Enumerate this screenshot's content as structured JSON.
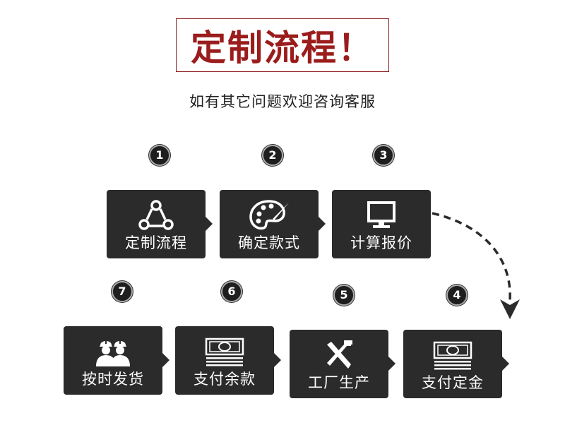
{
  "header": {
    "title": "定制流程！",
    "subtitle": "如有其它问题欢迎咨询客服"
  },
  "steps": [
    {
      "num": "1",
      "label": "定制流程",
      "icon": "process-cycle-icon"
    },
    {
      "num": "2",
      "label": "确定款式",
      "icon": "palette-icon"
    },
    {
      "num": "3",
      "label": "计算报价",
      "icon": "monitor-icon"
    },
    {
      "num": "4",
      "label": "支付定金",
      "icon": "cash-icon"
    },
    {
      "num": "5",
      "label": "工厂生产",
      "icon": "tools-icon"
    },
    {
      "num": "6",
      "label": "支付余款",
      "icon": "cash-icon"
    },
    {
      "num": "7",
      "label": "按时发货",
      "icon": "workers-icon"
    }
  ],
  "colors": {
    "title": "#9b1c1c",
    "box": "#2b2b2b",
    "text": "#ffffff"
  }
}
